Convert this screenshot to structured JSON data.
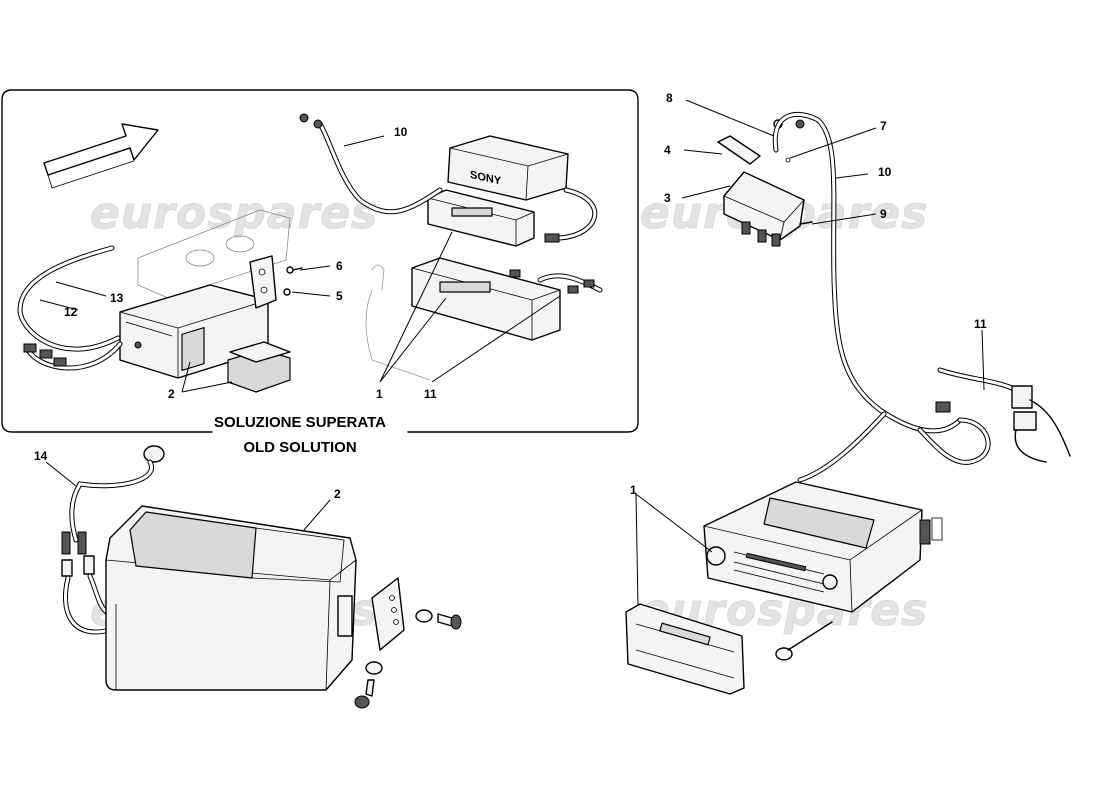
{
  "watermark": "eurospares",
  "caption": {
    "line1": "SOLUZIONE SUPERATA",
    "line2": "OLD SOLUTION"
  },
  "callouts": {
    "inset": [
      "10",
      "6",
      "5",
      "13",
      "12",
      "2",
      "1",
      "11"
    ],
    "lower_left": [
      "14",
      "2"
    ],
    "right": [
      "8",
      "7",
      "4",
      "10",
      "3",
      "9",
      "11",
      "1"
    ]
  },
  "brand_label": "SONY"
}
